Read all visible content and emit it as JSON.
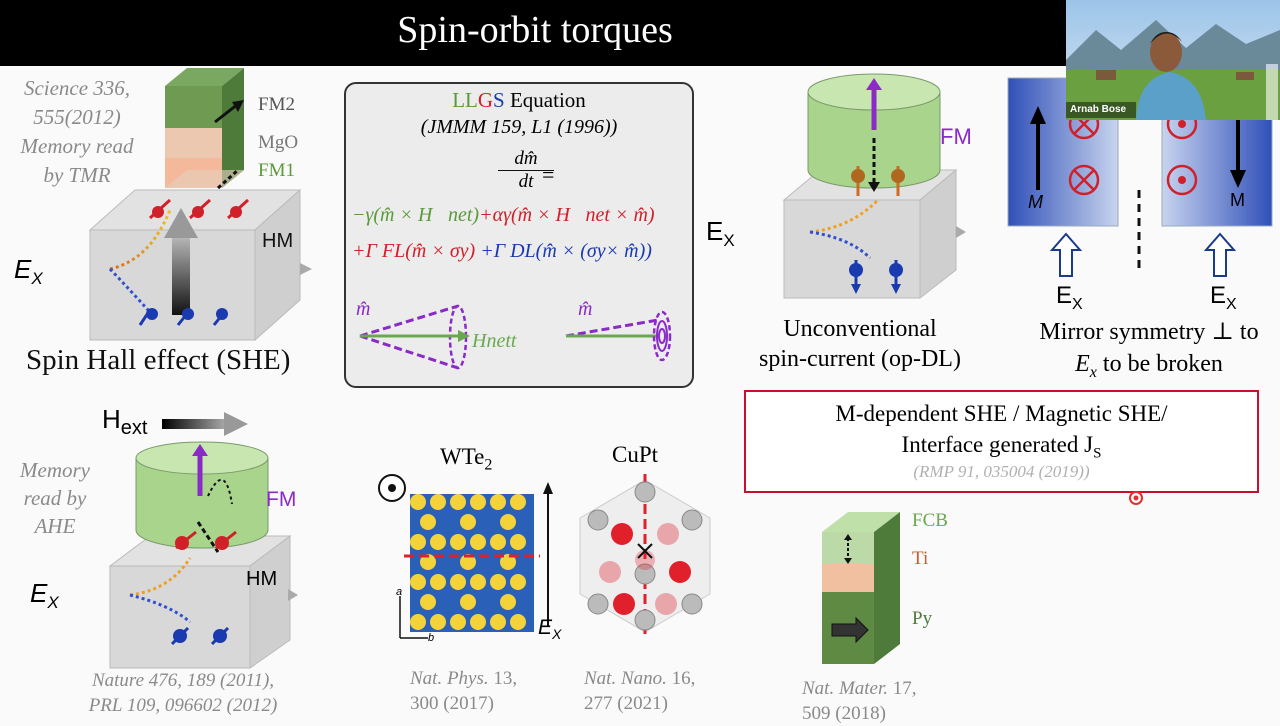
{
  "slide": {
    "title": "Spin-orbit torques"
  },
  "panel_she": {
    "ref_lines": [
      "Science  336,",
      "555(2012)",
      "Memory read",
      "by TMR"
    ],
    "layer_fm2": "FM2",
    "layer_mgo": "MgO",
    "layer_fm1": "FM1",
    "layer_hm": "HM",
    "field_label": "E",
    "field_sub": "X",
    "caption": "Spin Hall effect (SHE)"
  },
  "panel_llgs": {
    "title_ll_green": "LL",
    "title_g_red": "G",
    "title_s_blue": "S",
    "title_rest": " Equation",
    "ref": "(JMMM 159, L1 (1996))",
    "lhs_num": "dm̂",
    "lhs_den": "dt",
    "lhs_eq": "=",
    "term1": "−γ(m̂ × H⃗net)",
    "term2": "+αγ(m̂ × H⃗net × m̂)",
    "term3": "+Γ FL(m̂ × σy)",
    "term4": "+Γ DL(m̂ × (σy× m̂))",
    "cone1_m": "m̂",
    "cone1_h": "Hnett",
    "cone2_m": "m̂"
  },
  "panel_opdl": {
    "fm_label": "FM",
    "field_label": "E",
    "field_sub": "X",
    "caption_line1": "Unconventional",
    "caption_line2": "spin-current (op-DL)"
  },
  "panel_mirror": {
    "m_left": "M",
    "m_right": "M",
    "ex_left": "E",
    "ex_right": "E",
    "ex_sub": "X",
    "caption_line1": "Mirror symmetry ⊥ to",
    "caption_line2_a": "E",
    "caption_line2_sub": "x",
    "caption_line2_b": " to be broken"
  },
  "panel_ahe": {
    "h_label": "H",
    "h_sub": "ext",
    "ref_lines": [
      "Memory",
      "read by",
      "AHE"
    ],
    "fm_label": "FM",
    "hm_label": "HM",
    "field_label": "E",
    "field_sub": "X",
    "cite_lines": [
      "Nature 476, 189 (2011),",
      "PRL 109, 096602 (2012)"
    ]
  },
  "panel_wte2": {
    "title": "WTe",
    "title_sub": "2",
    "field_label": "E",
    "field_sub": "X",
    "axis_a": "a",
    "axis_b": "b",
    "cite_journal": "Nat. Phys.",
    "cite_rest1": " 13,",
    "cite_rest2": "300 (2017)"
  },
  "panel_cupt": {
    "title": "CuPt",
    "cite_journal": "Nat. Nano.",
    "cite_rest1": " 16,",
    "cite_rest2": "277 (2021)"
  },
  "panel_mshe": {
    "line1": "M-dependent SHE / Magnetic SHE/",
    "line2": "Interface generated J",
    "line2_sub": "S",
    "ref": "(RMP 91, 035004 (2019))",
    "layer_fcb": "FCB",
    "layer_ti": "Ti",
    "layer_py": "Py",
    "cite_journal": "Nat. Mater.",
    "cite_rest1": " 17,",
    "cite_rest2": "509 (2018)"
  },
  "webcam": {
    "participant_name": "Arnab Bose"
  },
  "colors": {
    "green": "#5a9a3a",
    "red": "#d0202a",
    "blue": "#1a3ab0",
    "purple": "#8a2ac8",
    "fm_green": "#9ccc7c",
    "box_red": "#c8102e"
  }
}
